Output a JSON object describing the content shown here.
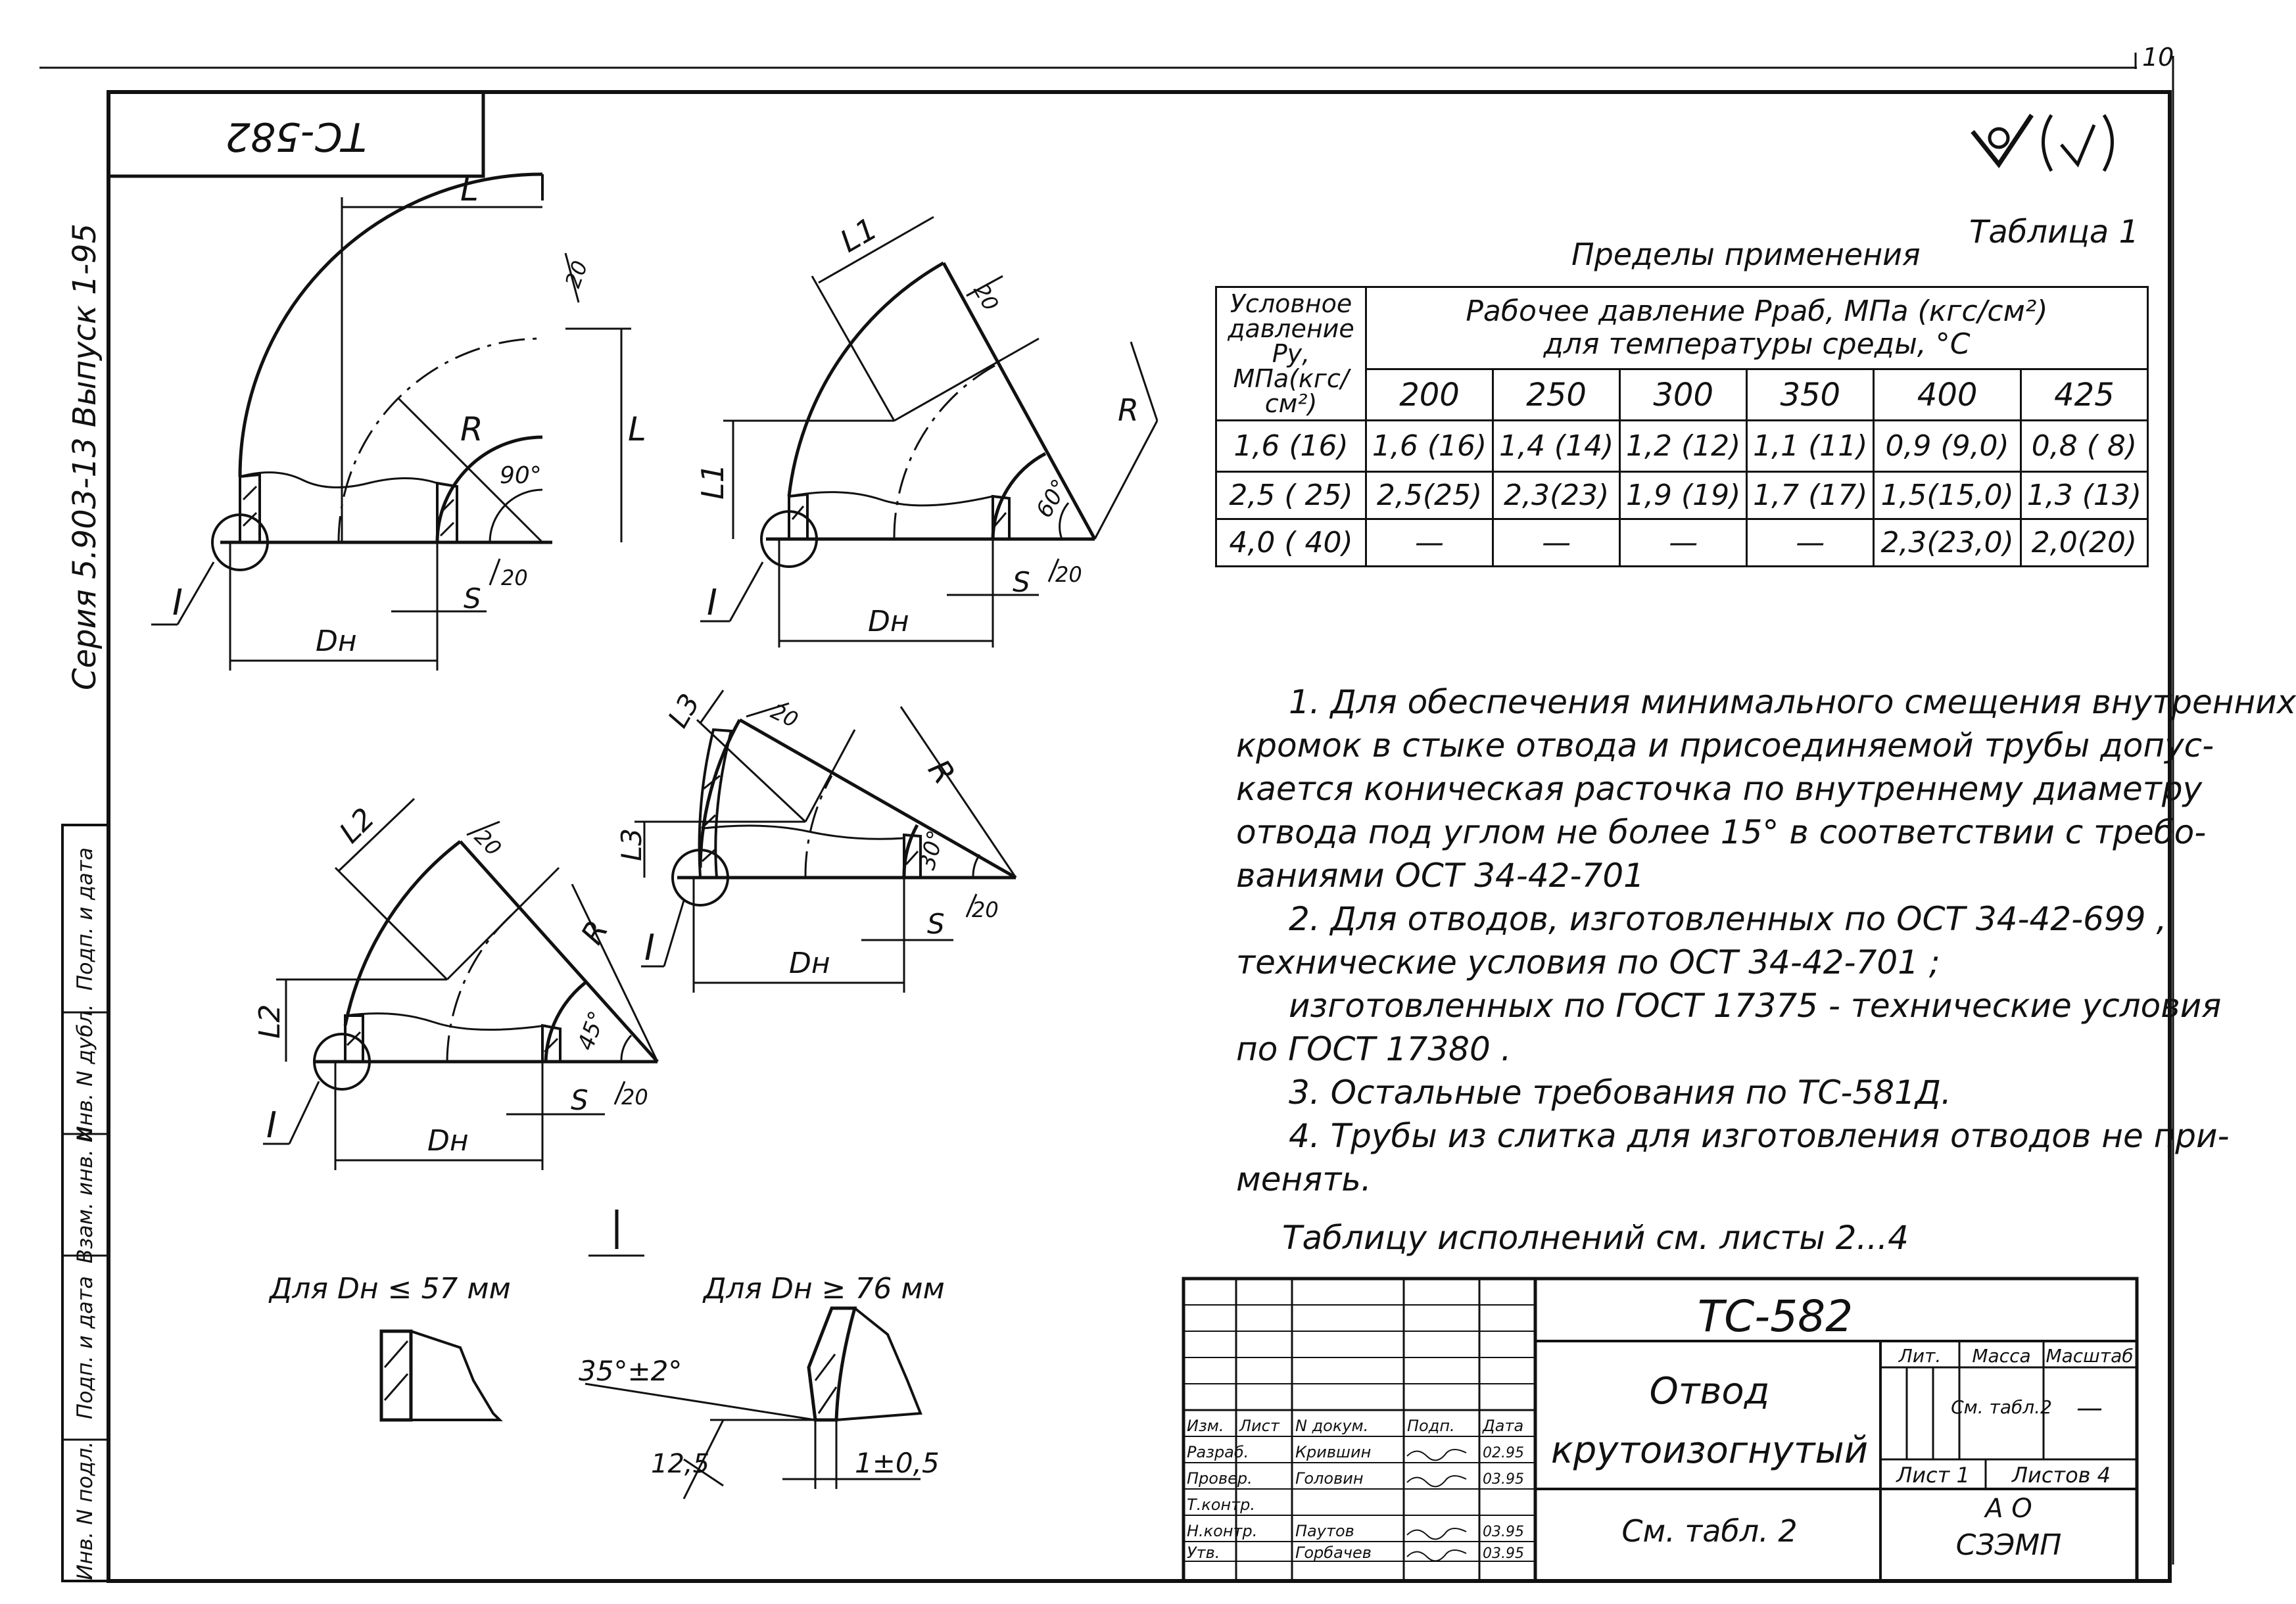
{
  "sheet": {
    "page_no": "10",
    "doc_code_rotated": "ТС-582",
    "series_vertical": "Серия 5.903-13 Выпуск 1-95",
    "roughness": "✓(✓)",
    "margin_labels": [
      "Подп. и дата",
      "Инв. N дубл.",
      "Взам. инв. N",
      "Подп. и дата",
      "Инв. N подл."
    ]
  },
  "diagrams": {
    "L": "L",
    "L1": "L1",
    "L2": "L2",
    "L3": "L3",
    "R": "R",
    "S": "S",
    "Dn": "Dн",
    "I": "I",
    "rough": "20",
    "a90": "90°",
    "a60": "60°",
    "a45": "45°",
    "a30": "30°",
    "detail_small": "Для Dн ≤ 57 мм",
    "detail_large": "Для Dн ≥ 76 мм",
    "bevel_angle": "35°±2°",
    "bevel_len": "12,5",
    "land": "1±0,5"
  },
  "table1": {
    "caption": "Таблица 1",
    "title": "Пределы применения",
    "col0_header": "Условное давление Ру, МПа(кгс/см²)",
    "group_header_1": "Рабочее давление Рраб, МПа (кгс/см²)",
    "group_header_2": "для температуры среды, °С",
    "temps": [
      "200",
      "250",
      "300",
      "350",
      "400",
      "425"
    ],
    "rows": [
      [
        "1,6 (16)",
        "1,6 (16)",
        "1,4 (14)",
        "1,2 (12)",
        "1,1 (11)",
        "0,9 (9,0)",
        "0,8 ( 8)"
      ],
      [
        "2,5 ( 25)",
        "2,5(25)",
        "2,3(23)",
        "1,9 (19)",
        "1,7 (17)",
        "1,5(15,0)",
        "1,3 (13)"
      ],
      [
        "4,0 ( 40)",
        "—",
        "—",
        "—",
        "—",
        "2,3(23,0)",
        "2,0(20)"
      ]
    ]
  },
  "notes": [
    "1. Для обеспечения минимального смещения внутренних",
    "кромок в стыке отвода и присоединяемой трубы допус-",
    "кается коническая расточка по внутреннему диаметру",
    "отвода под углом не более 15° в соответствии с требо-",
    "ваниями ОСТ 34-42-701",
    "2. Для отводов, изготовленных по ОСТ 34-42-699 ,",
    "технические условия по ОСТ 34-42-701 ;",
    "изготовленных по ГОСТ 17375 - технические условия",
    "по ГОСТ 17380 .",
    "3. Остальные требования по ТС-581Д.",
    "4. Трубы из слитка для изготовления отводов не при-",
    "менять."
  ],
  "see_sheets": "Таблицу исполнений см. листы 2...4",
  "title_block": {
    "code": "ТС-582",
    "name_1": "Отвод",
    "name_2": "крутоизогнутый",
    "material": "См. табл. 2",
    "hdr_change": "Изм.",
    "hdr_sheet": "Лист",
    "hdr_doc": "N докум.",
    "hdr_sign": "Подп.",
    "hdr_date": "Дата",
    "roles": [
      {
        "role": "Разраб.",
        "name": "Крившин",
        "date": "02.95"
      },
      {
        "role": "Провер.",
        "name": "Головин",
        "date": "03.95"
      },
      {
        "role": "Т.контр.",
        "name": "",
        "date": ""
      },
      {
        "role": "Н.контр.",
        "name": "Паутов",
        "date": "03.95"
      },
      {
        "role": "Утв.",
        "name": "Горбачев",
        "date": "03.95"
      }
    ],
    "lit_hdr": "Лит.",
    "mass_hdr": "Масса",
    "scale_hdr": "Масштаб",
    "mass_val": "См. табл.2",
    "scale_val": "—",
    "sheet_lbl": "Лист 1",
    "sheets_lbl": "Листов 4",
    "org_1": "А О",
    "org_2": "СЗЭМП"
  }
}
